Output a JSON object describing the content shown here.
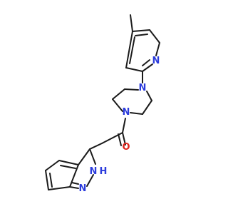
{
  "molecule": {
    "atoms": {
      "pyridine_n": {
        "label": "N",
        "element": "N"
      },
      "piperazine_n_top": {
        "label": "N",
        "element": "N"
      },
      "piperazine_n_bottom": {
        "label": "N",
        "element": "N"
      },
      "carbonyl_o": {
        "label": "O",
        "element": "O"
      },
      "indazole_nh": {
        "label": "N",
        "h_label": "H",
        "element": "N"
      },
      "indazole_n": {
        "label": "N",
        "element": "N"
      }
    },
    "colors": {
      "bond": "#1a1a1a",
      "nitrogen": "#2c3cdc",
      "oxygen": "#e0241c"
    }
  }
}
